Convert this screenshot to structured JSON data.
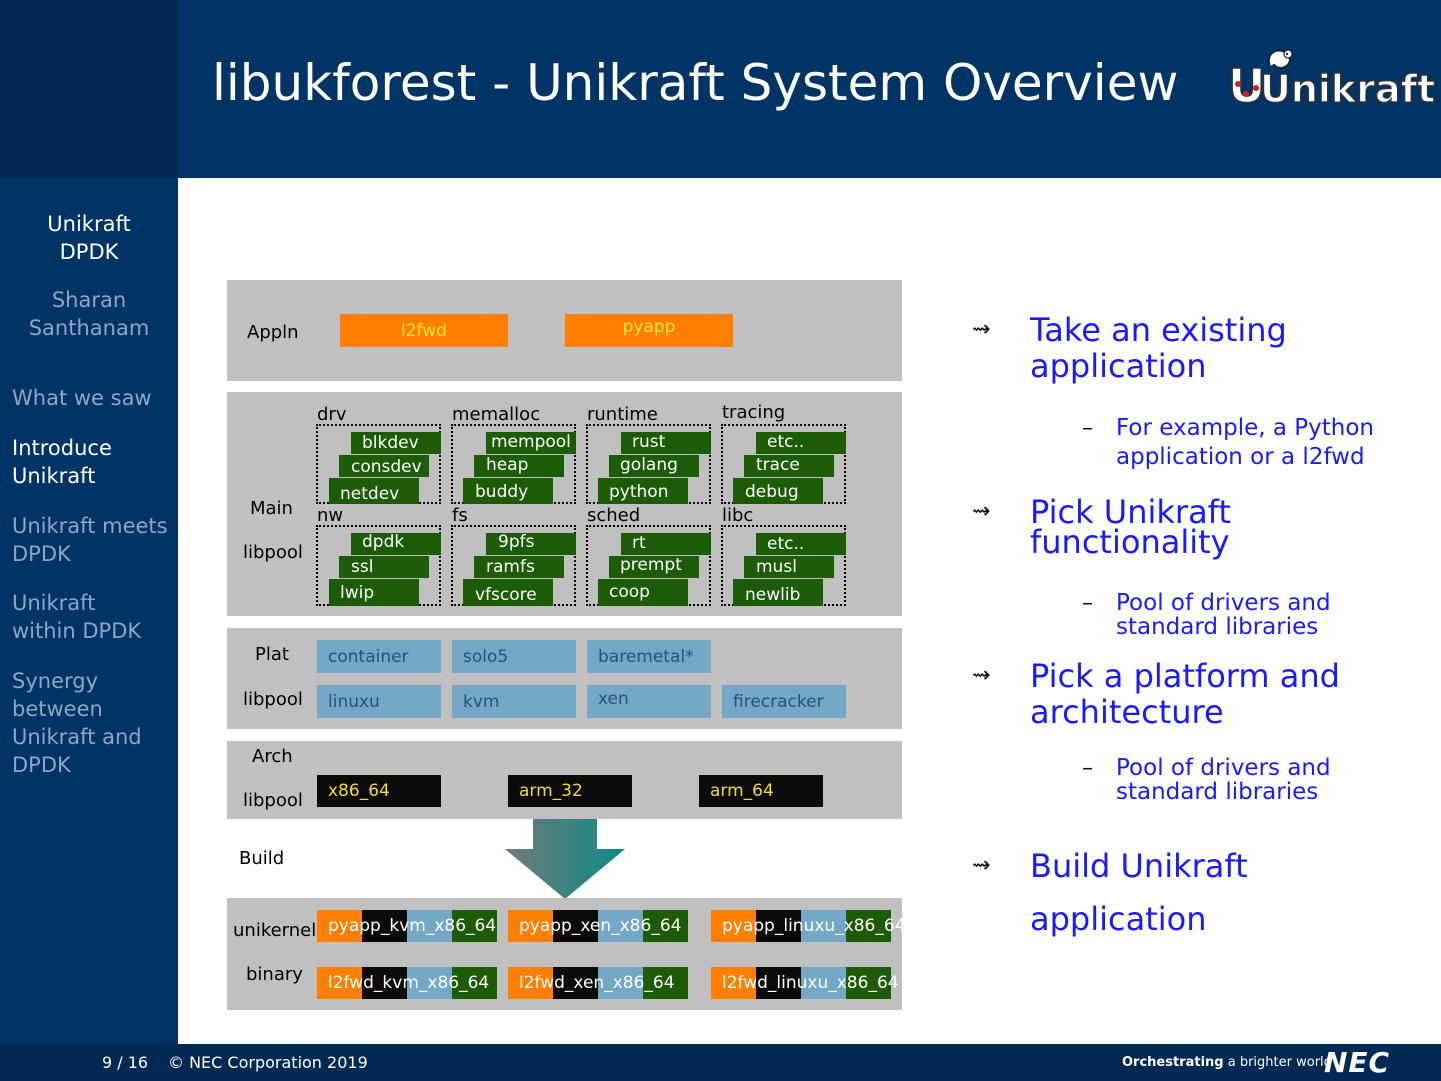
{
  "header": {
    "title": "libukforest - Unikraft System Overview",
    "logo_text": "Unikraft"
  },
  "sidebar": {
    "conference_line1": "Unikraft",
    "conference_line2": "DPDK",
    "author_line1": "Sharan",
    "author_line2": "Santhanam",
    "items": [
      {
        "line1": "What we saw",
        "line2": ""
      },
      {
        "line1": "Introduce",
        "line2": "Unikraft"
      },
      {
        "line1": "Unikraft meets",
        "line2": "DPDK"
      },
      {
        "line1": "Unikraft",
        "line2": "within DPDK"
      },
      {
        "line1": "Synergy",
        "line2": "between",
        "line3": "Unikraft and",
        "line4": "DPDK"
      }
    ]
  },
  "footer": {
    "page": "9 / 16",
    "copyright": "© NEC Corporation 2019",
    "tagline_bold": "Orchestrating",
    "tagline_rest": " a brighter world",
    "brand": "NEC"
  },
  "diagram": {
    "appln": {
      "label": "Appln",
      "apps": [
        "l2fwd",
        "pyapp"
      ]
    },
    "main": {
      "label1": "Main",
      "label2": "libpool",
      "groups": [
        {
          "name": "drv",
          "items": [
            "blkdev",
            "consdev",
            "netdev"
          ]
        },
        {
          "name": "memalloc",
          "items": [
            "mempool",
            "heap",
            "buddy"
          ]
        },
        {
          "name": "runtime",
          "items": [
            "rust",
            "golang",
            "python"
          ]
        },
        {
          "name": "tracing",
          "items": [
            "etc..",
            "trace",
            "debug"
          ]
        },
        {
          "name": "nw",
          "items": [
            "dpdk",
            "ssl",
            "lwip"
          ]
        },
        {
          "name": "fs",
          "items": [
            "9pfs",
            "ramfs",
            "vfscore"
          ]
        },
        {
          "name": "sched",
          "items": [
            "rt",
            "prempt",
            "coop"
          ]
        },
        {
          "name": "libc",
          "items": [
            "etc..",
            "musl",
            "newlib"
          ]
        }
      ]
    },
    "plat": {
      "label1": "Plat",
      "label2": "libpool",
      "row1": [
        "container",
        "solo5",
        "baremetal*"
      ],
      "row2": [
        "linuxu",
        "kvm",
        "xen",
        "firecracker"
      ]
    },
    "arch": {
      "label1": "Arch",
      "label2": "libpool",
      "items": [
        "x86_64",
        "arm_32",
        "arm_64"
      ]
    },
    "build": {
      "label": "Build"
    },
    "binary": {
      "label1": "unikernel",
      "label2": "binary",
      "row1": [
        "pyapp_kvm_x86_64",
        "pyapp_xen_x86_64",
        "pyapp_linuxu_x86_64"
      ],
      "row2": [
        "l2fwd_kvm_x86_64",
        "l2fwd_xen_x86_64",
        "l2fwd_linuxu_x86_64"
      ]
    }
  },
  "bullets": {
    "arrow": "⇝",
    "dash": "–",
    "b1_line1": "Take an existing",
    "b1_line2": "application",
    "s1_line1": "For example, a Python",
    "s1_line2": "application or a l2fwd",
    "b2_line1": "Pick Unikraft",
    "b2_line2": "functionality",
    "s2_line1": "Pool of drivers and",
    "s2_line2": "standard libraries",
    "b3_line1": "Pick a platform and",
    "b3_line2": "architecture",
    "s3_line1": "Pool of drivers and",
    "s3_line2": "standard libraries",
    "b4_line1": "Build Unikraft",
    "b4_line2": "application"
  },
  "colors": {
    "navy": "#003366",
    "navy_dark": "#002a54",
    "bullet_blue": "#1a1aff",
    "orange": "#ff7f00",
    "green": "#1d5c06",
    "light_blue": "#73a8c7",
    "gray": "#c0c0c0"
  }
}
